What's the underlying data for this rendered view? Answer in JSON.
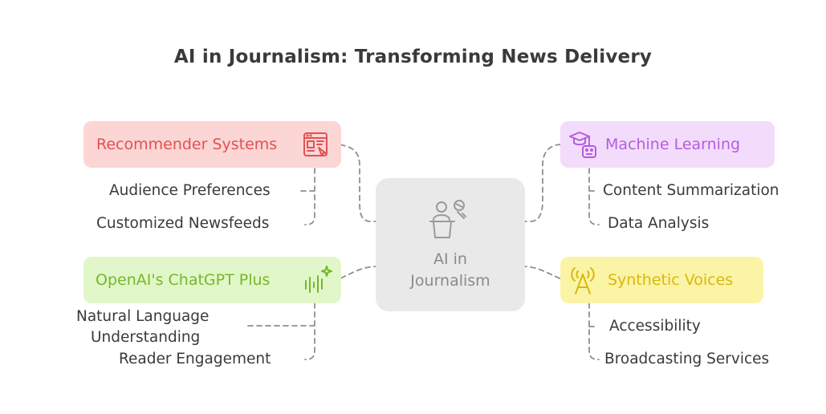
{
  "title": "AI in Journalism: Transforming News Delivery",
  "center": {
    "line1": "AI in",
    "line2": "Journalism",
    "icon": "journalist-podium-icon"
  },
  "branches": {
    "recommender": {
      "label": "Recommender Systems",
      "icon": "article-layout-icon",
      "color": "#e05252",
      "bg": "#fcd5d5",
      "items": [
        "Audience Preferences",
        "Customized Newsfeeds"
      ]
    },
    "chatgpt": {
      "label": "OpenAI's ChatGPT Plus",
      "icon": "sound-wave-sparkle-icon",
      "color": "#76b82a",
      "bg": "#e1f7c9",
      "items": [
        "Natural Language",
        "Understanding",
        "Reader Engagement"
      ]
    },
    "ml": {
      "label": "Machine Learning",
      "icon": "graduation-robot-icon",
      "color": "#b45de0",
      "bg": "#f3dcfb",
      "items": [
        "Content Summarization",
        "Data Analysis"
      ]
    },
    "voices": {
      "label": "Synthetic Voices",
      "icon": "broadcast-a-icon",
      "color": "#d9b90a",
      "bg": "#fbf3a6",
      "items": [
        "Accessibility",
        "Broadcasting Services"
      ]
    }
  }
}
